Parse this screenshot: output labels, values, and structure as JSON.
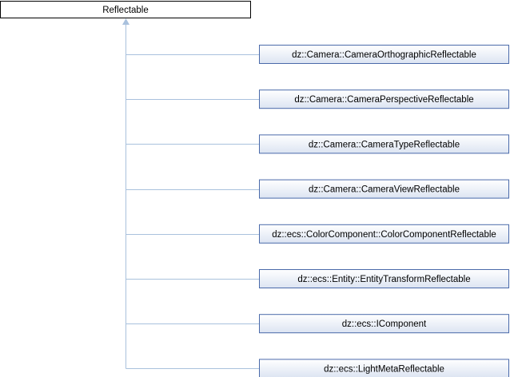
{
  "diagram": {
    "base": {
      "label": "Reflectable"
    },
    "children": [
      {
        "label": "dz::Camera::CameraOrthographicReflectable"
      },
      {
        "label": "dz::Camera::CameraPerspectiveReflectable"
      },
      {
        "label": "dz::Camera::CameraTypeReflectable"
      },
      {
        "label": "dz::Camera::CameraViewReflectable"
      },
      {
        "label": "dz::ecs::ColorComponent::ColorComponentReflectable"
      },
      {
        "label": "dz::ecs::Entity::EntityTransformReflectable"
      },
      {
        "label": "dz::ecs::IComponent"
      },
      {
        "label": "dz::ecs::LightMetaReflectable"
      }
    ]
  },
  "colors": {
    "edge": "#a9c1dd",
    "child_border": "#4a6aaa",
    "child_fill_top": "#ffffff",
    "child_fill_bottom": "#dce4f2",
    "base_border": "#000000"
  }
}
